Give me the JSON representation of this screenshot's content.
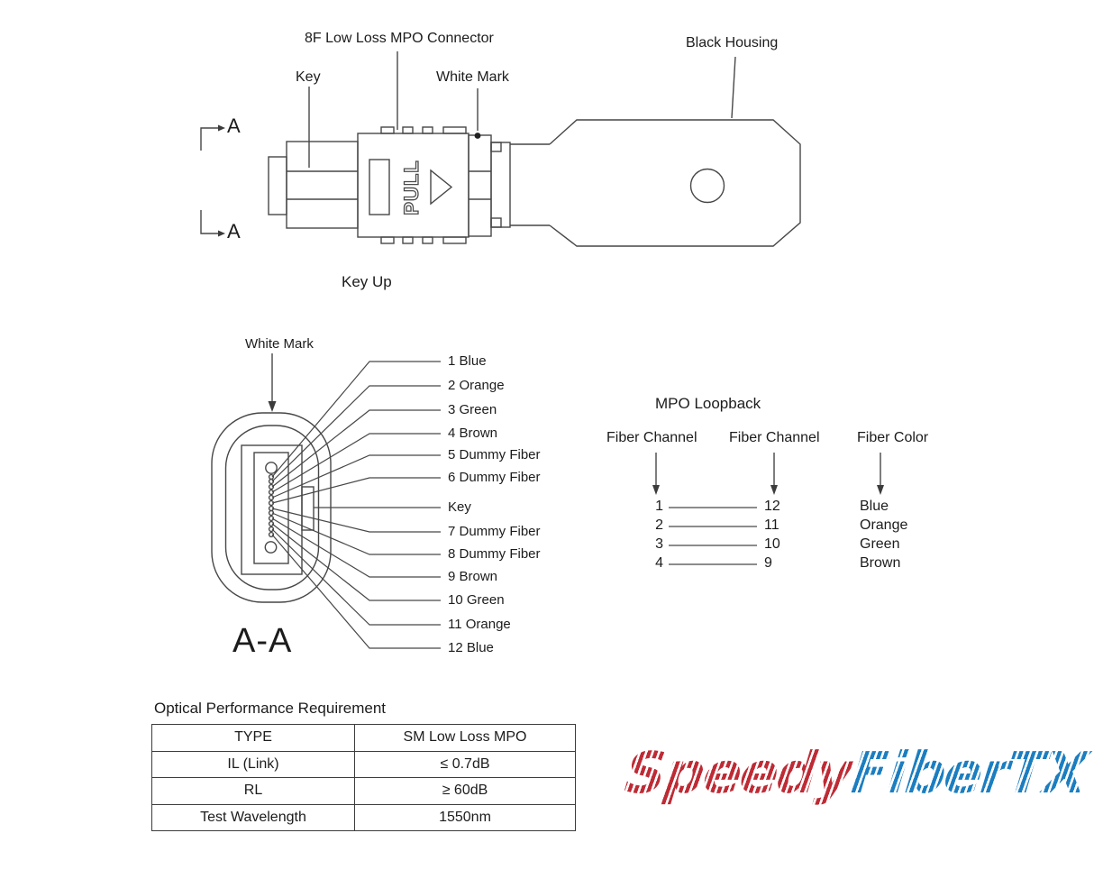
{
  "colors": {
    "line": "#474747",
    "text": "#1c1c1c",
    "logo_red": "#BE2B35",
    "logo_blue": "#1B7EC0"
  },
  "side_view": {
    "connector_label": "8F Low Loss MPO Connector",
    "key_label": "Key",
    "white_mark_label": "White Mark",
    "black_housing_label": "Black Housing",
    "key_up_label": "Key Up",
    "pull_label": "PULL",
    "section_letter_top": "A",
    "section_letter_bottom": "A"
  },
  "cross_section": {
    "white_mark_label": "White Mark",
    "view_label": "A-A",
    "fiber_labels": [
      "1 Blue",
      "2 Orange",
      "3 Green",
      "4 Brown",
      "5 Dummy Fiber",
      "6 Dummy Fiber",
      "Key",
      "7 Dummy Fiber",
      "8 Dummy Fiber",
      "9 Brown",
      "10 Green",
      "11 Orange",
      "12 Blue"
    ]
  },
  "loopback": {
    "title": "MPO Loopback",
    "col1_header": "Fiber Channel",
    "col2_header": "Fiber Channel",
    "col3_header": "Fiber Color",
    "rows": [
      {
        "from": "1",
        "to": "12",
        "color": "Blue"
      },
      {
        "from": "2",
        "to": "11",
        "color": "Orange"
      },
      {
        "from": "3",
        "to": "10",
        "color": "Green"
      },
      {
        "from": "4",
        "to": "9",
        "color": "Brown"
      }
    ]
  },
  "performance": {
    "title": "Optical Performance Requirement",
    "rows": [
      {
        "param": "TYPE",
        "value": "SM Low Loss MPO"
      },
      {
        "param": "IL (Link)",
        "value": "≤ 0.7dB"
      },
      {
        "param": "RL",
        "value": "≥ 60dB"
      },
      {
        "param": "Test Wavelength",
        "value": "1550nm"
      }
    ]
  },
  "logo": {
    "part1": "Speedy",
    "part2": "FiberTX"
  }
}
